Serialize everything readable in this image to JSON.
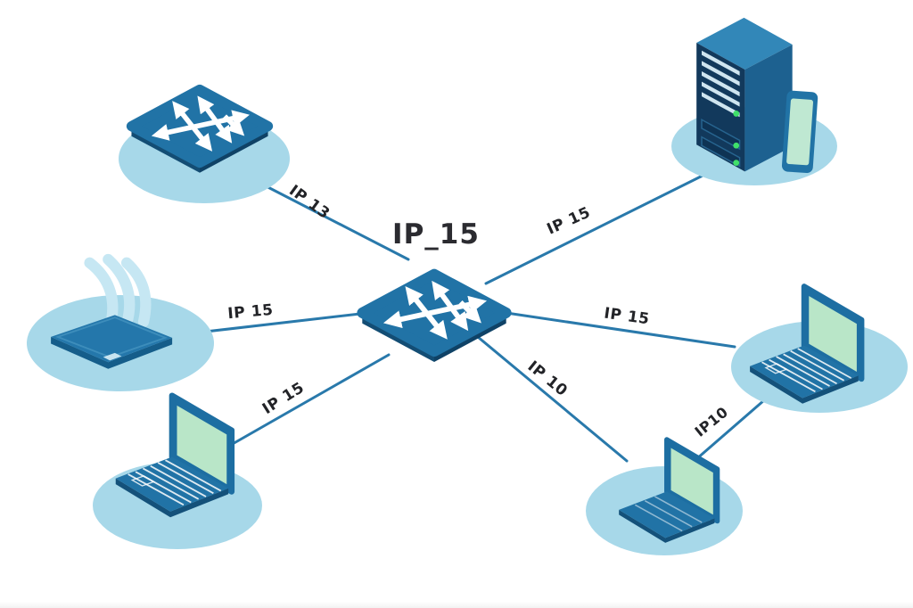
{
  "diagram": {
    "title": "network topology with central switch",
    "colors": {
      "device_blue": "#2173a6",
      "device_blue_dark": "#14517a",
      "server_navy": "#12395c",
      "halo_blue": "#a7d8e9",
      "screen_green": "#b9e6c8",
      "led_green": "#3fe06a",
      "edge_line": "#2979ab",
      "label_text": "#222327"
    }
  },
  "center": {
    "id": "central-switch",
    "icon": "switch-icon",
    "label": "IP_15"
  },
  "nodes": [
    {
      "id": "switch-top-left",
      "icon": "switch-icon"
    },
    {
      "id": "wireless-access-point",
      "icon": "wifi-device-icon"
    },
    {
      "id": "laptop-bottom-left",
      "icon": "laptop-icon"
    },
    {
      "id": "server-tower",
      "icon": "server-icon"
    },
    {
      "id": "laptop-right",
      "icon": "laptop-icon"
    },
    {
      "id": "laptop-bottom-right",
      "icon": "laptop-icon"
    }
  ],
  "links": [
    {
      "from": "switch-top-left",
      "to": "central-switch",
      "label": "IP 13"
    },
    {
      "from": "wireless-access-point",
      "to": "central-switch",
      "label": "IP 15"
    },
    {
      "from": "laptop-bottom-left",
      "to": "central-switch",
      "label": "IP 15"
    },
    {
      "from": "central-switch",
      "to": "server-tower",
      "label": "IP 15"
    },
    {
      "from": "central-switch",
      "to": "laptop-right",
      "label": "IP 15"
    },
    {
      "from": "central-switch",
      "to": "laptop-bottom-right",
      "label": "IP 10"
    },
    {
      "from": "laptop-right",
      "to": "laptop-bottom-right",
      "label": "IP10"
    }
  ]
}
